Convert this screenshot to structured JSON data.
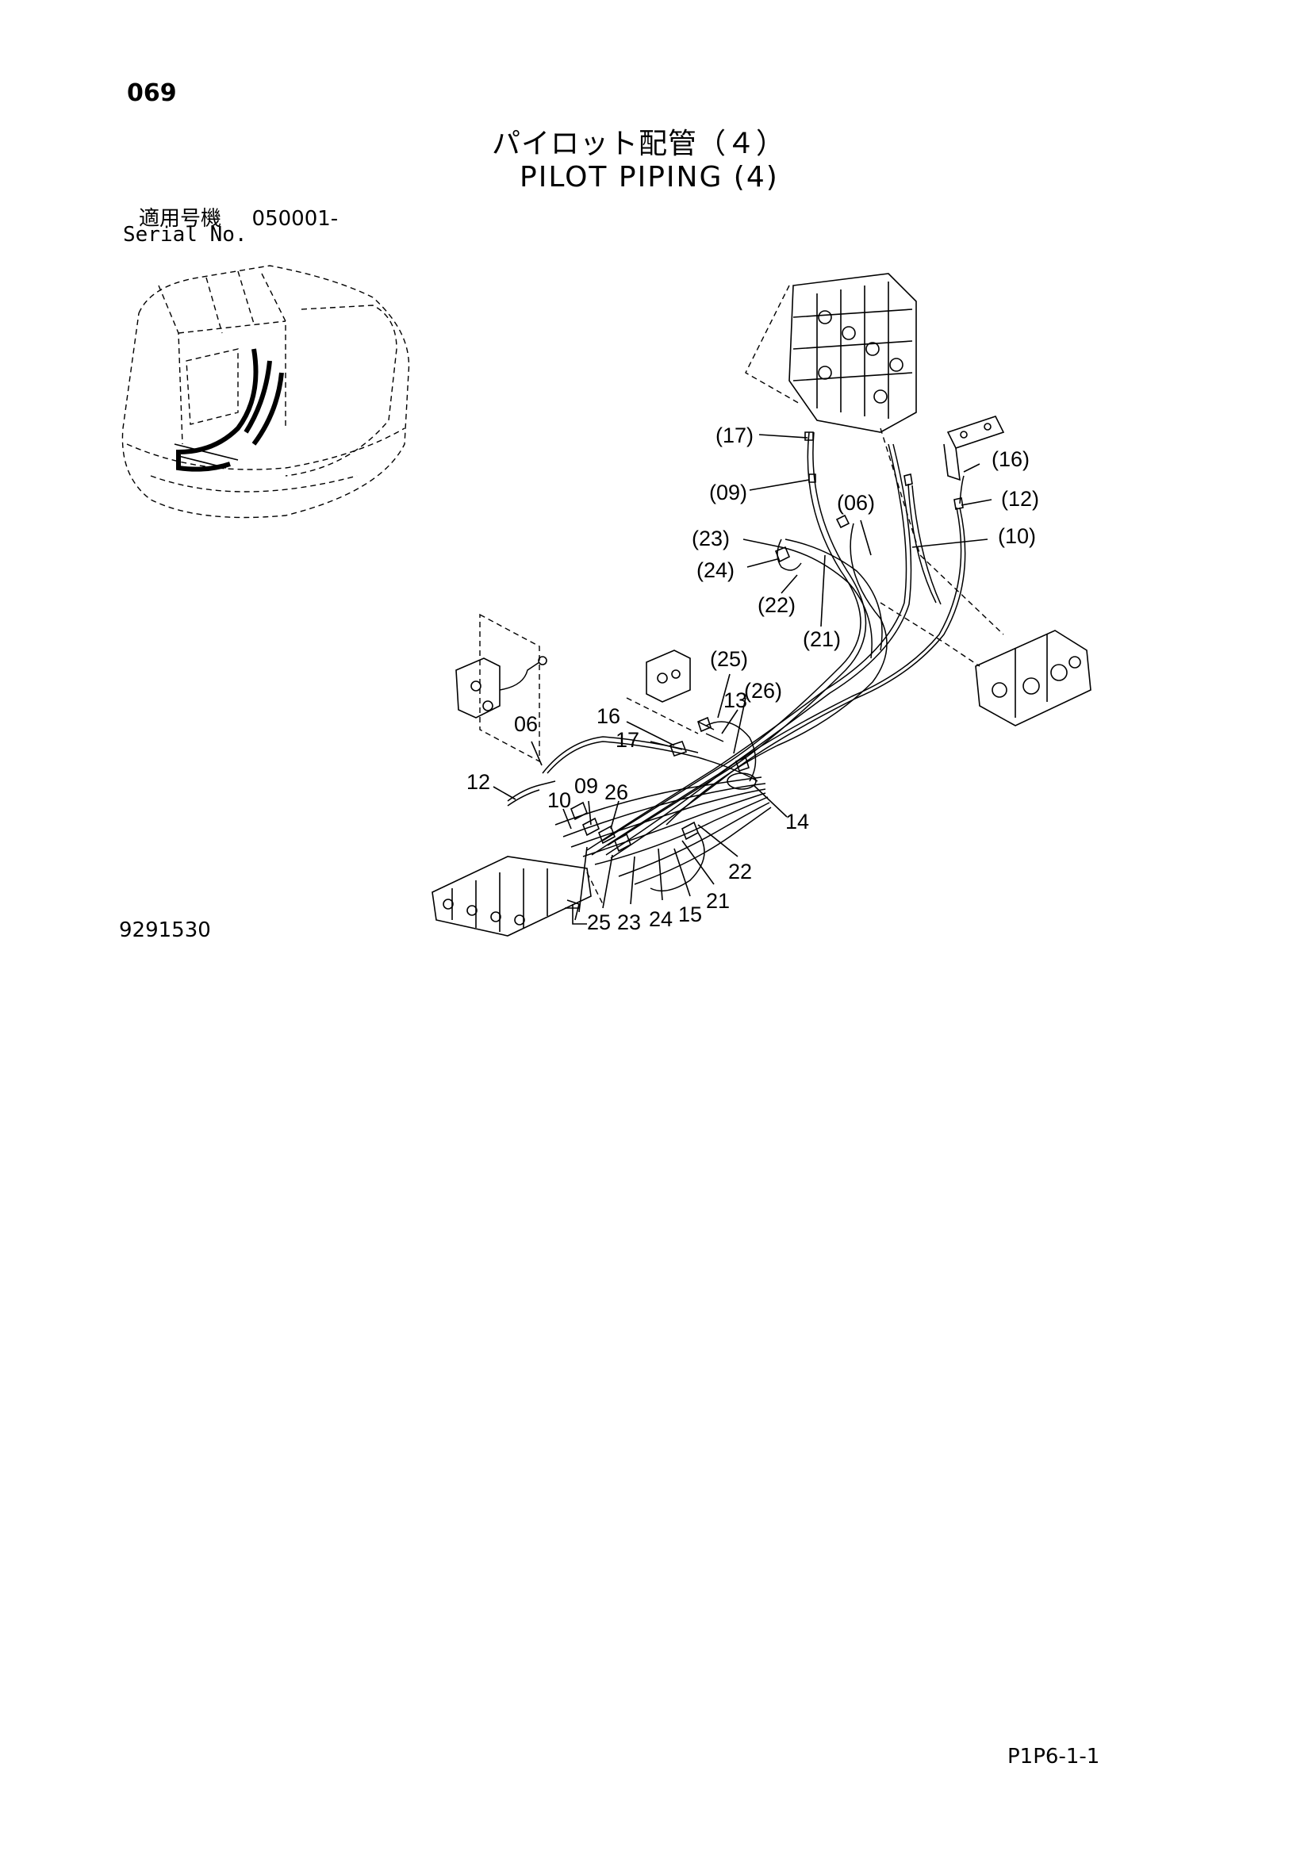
{
  "header": {
    "page_number": "069",
    "title_jp": "パイロット配管（４）",
    "title_en": "PILOT PIPING (4)",
    "serial_label_jp": "適用号機",
    "serial_value": "050001-",
    "serial_label_en": "Serial No."
  },
  "footer": {
    "doc_number": "9291530",
    "page_code": "P1P6-1-1"
  },
  "callouts": {
    "c_17p": "(17)",
    "c_09p": "(09)",
    "c_06p": "(06)",
    "c_16p": "(16)",
    "c_12p": "(12)",
    "c_10p": "(10)",
    "c_23p": "(23)",
    "c_24p": "(24)",
    "c_22p": "(22)",
    "c_21p": "(21)",
    "c_25p": "(25)",
    "c_26p": "(26)",
    "c_13": "13",
    "c_16": "16",
    "c_17": "17",
    "c_06": "06",
    "c_12": "12",
    "c_10": "10",
    "c_09": "09",
    "c_26": "26",
    "c_14": "14",
    "c_22": "22",
    "c_21": "21",
    "c_15": "15",
    "c_24": "24",
    "c_23": "23",
    "c_25": "25"
  }
}
